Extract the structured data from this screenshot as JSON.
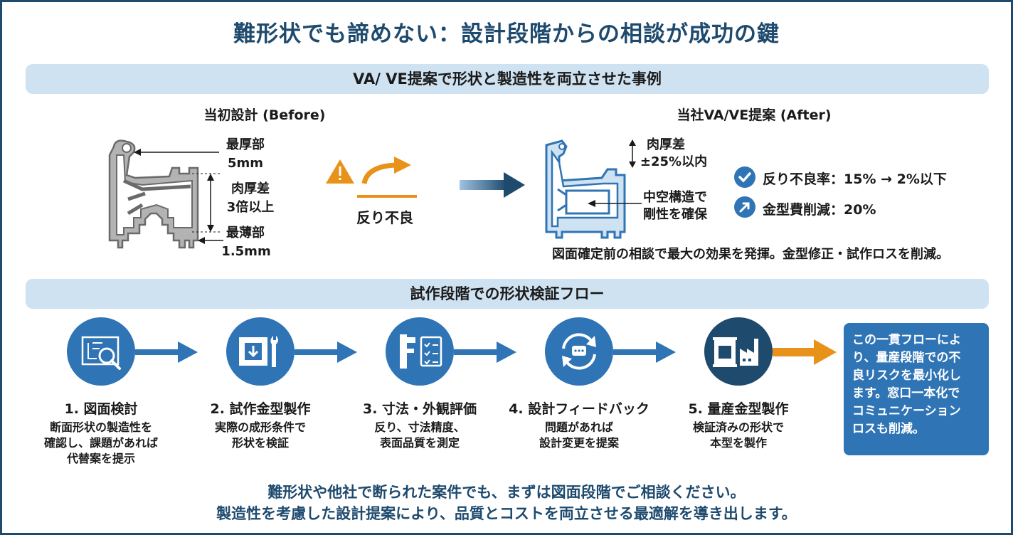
{
  "title": "難形状でも諦めない：設計段階からの相談が成功の鍵",
  "section1": {
    "heading": "VA/ VE提案で形状と製造性を両立させた事例",
    "before": {
      "label": "当初設計 (Before)",
      "thickest_label": "最厚部",
      "thickest_value": "5mm",
      "diff_label": "肉厚差",
      "diff_value": "3倍以上",
      "thinnest_label": "最薄部",
      "thinnest_value": "1.5mm"
    },
    "defect_label": "反り不良",
    "after": {
      "label": "当社VA/VE提案 (After)",
      "diff_label": "肉厚差",
      "diff_value": "±25%以内",
      "hollow_line1": "中空構造で",
      "hollow_line2": "剛性を確保"
    },
    "results": [
      {
        "icon": "check-icon",
        "text": "反り不良率：15% → 2%以下"
      },
      {
        "icon": "trend-up-icon",
        "text": "金型費削減：20%"
      }
    ],
    "note": "図面確定前の相談で最大の効果を発揮。金型修正・試作ロスを削減。"
  },
  "section2": {
    "heading": "試作段階での形状検証フロー",
    "steps": [
      {
        "title": "1. 図面検討",
        "desc1": "断面形状の製造性を",
        "desc2": "確認し、課題があれば",
        "desc3": "代替案を提示",
        "icon": "blueprint-search-icon"
      },
      {
        "title": "2. 試作金型製作",
        "desc1": "実際の成形条件で",
        "desc2": "形状を検証",
        "desc3": "",
        "icon": "mold-wrench-icon"
      },
      {
        "title": "3. 寸法・外観評価",
        "desc1": "反り、寸法精度、",
        "desc2": "表面品質を測定",
        "desc3": "",
        "icon": "caliper-checklist-icon"
      },
      {
        "title": "4. 設計フィードバック",
        "desc1": "問題があれば",
        "desc2": "設計変更を提案",
        "desc3": "",
        "icon": "feedback-cycle-icon"
      },
      {
        "title": "5. 量産金型製作",
        "desc1": "検証済みの形状で",
        "desc2": "本型を製作",
        "desc3": "",
        "icon": "factory-icon"
      }
    ],
    "callout": [
      "この一貫フローによ",
      "り、量産段階での不",
      "良リスクを最小化し",
      "ます。窓口一本化で",
      "コミュニケーション",
      "ロスも削減。"
    ]
  },
  "footer": {
    "line1": "難形状や他社で断られた案件でも、まずは図面段階でご相談ください。",
    "line2": "製造性を考慮した設計提案により、品質とコストを両立させる最適解を導き出します。"
  },
  "colors": {
    "primary": "#1e4a6e",
    "accent": "#2f74b5",
    "band": "#cfe2f1",
    "warning": "#e8921a",
    "profile_gray": "#9a9a9a"
  }
}
